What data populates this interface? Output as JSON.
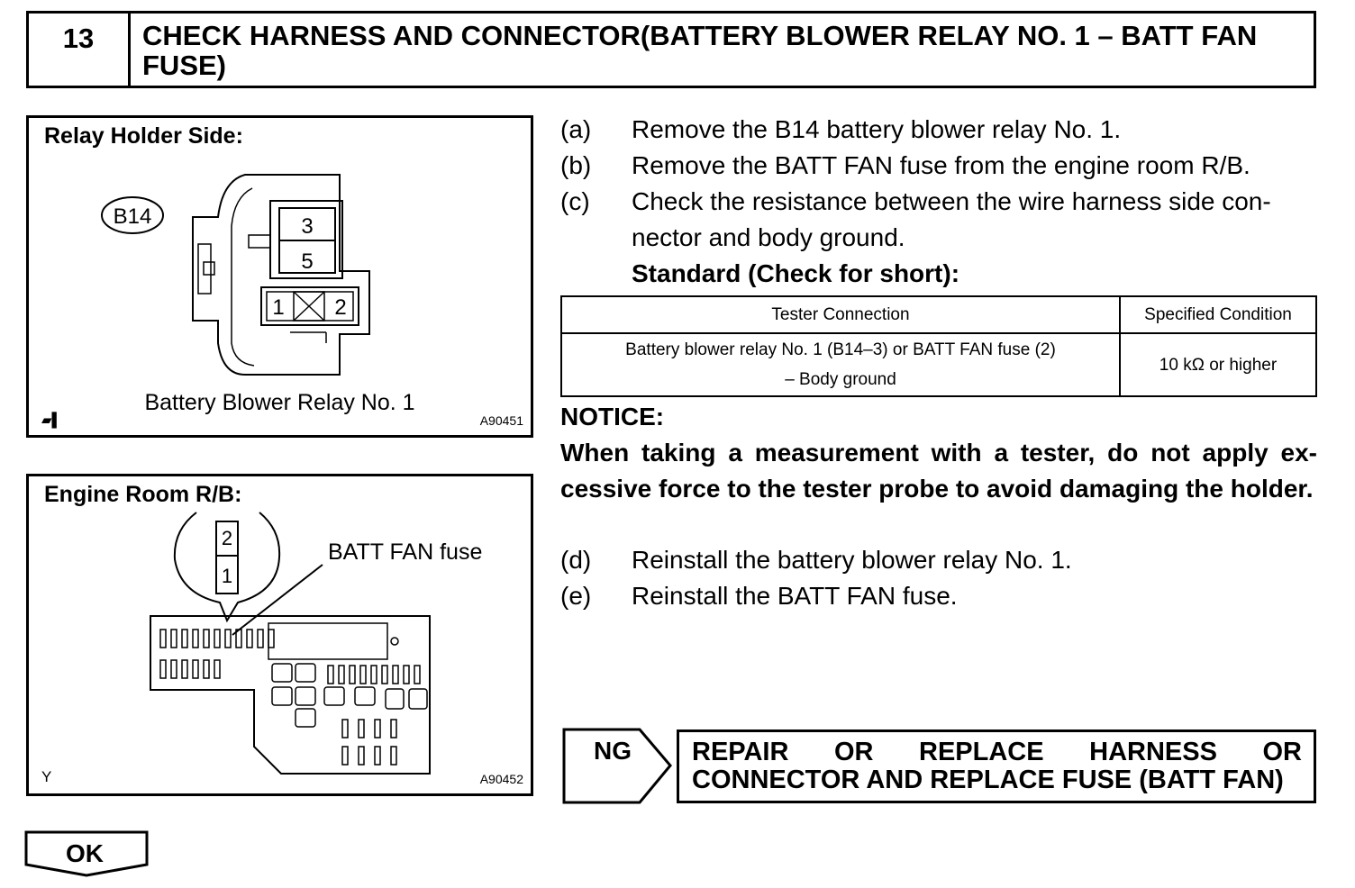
{
  "step": {
    "number": "13",
    "title": "CHECK HARNESS AND CONNECTOR(BATTERY BLOWER RELAY NO. 1 – BATT FAN FUSE)"
  },
  "figure1": {
    "title": "Relay Holder Side:",
    "connector_id": "B14",
    "pins": [
      "3",
      "5",
      "1",
      "2"
    ],
    "caption": "Battery Blower Relay No. 1",
    "code": "A90451"
  },
  "figure2": {
    "title": "Engine Room R/B:",
    "fuse_pins": [
      "2",
      "1"
    ],
    "fuse_label": "BATT FAN fuse",
    "corner_mark": "Y",
    "code": "A90452"
  },
  "steps": [
    {
      "label": "(a)",
      "text": "Remove the B14 battery blower relay No. 1."
    },
    {
      "label": "(b)",
      "text": "Remove the BATT FAN fuse from the engine room R/B."
    },
    {
      "label": "(c)",
      "text": "Check the resistance between the wire harness side con-"
    }
  ],
  "step_c_continued": "nector and body ground.",
  "standard_label": "Standard (Check for short):",
  "table": {
    "headers": [
      "Tester Connection",
      "Specified Condition"
    ],
    "row": {
      "connection_line1": "Battery blower relay No. 1 (B14–3) or BATT FAN fuse (2)",
      "connection_line2": "– Body ground",
      "condition": "10 kΩ or higher"
    }
  },
  "notice": {
    "heading": "NOTICE:",
    "text": "When taking a measurement with a tester, do not apply ex­cessive force to the tester probe to avoid damaging the holder."
  },
  "steps_after": [
    {
      "label": "(d)",
      "text": "Reinstall the battery blower relay No. 1."
    },
    {
      "label": "(e)",
      "text": "Reinstall the BATT FAN fuse."
    }
  ],
  "ng": {
    "label": "NG",
    "result_words": [
      "REPAIR",
      "OR",
      "REPLACE",
      "HARNESS",
      "OR"
    ],
    "result_line2": "CONNECTOR AND REPLACE FUSE (BATT FAN)"
  },
  "ok": {
    "label": "OK"
  }
}
